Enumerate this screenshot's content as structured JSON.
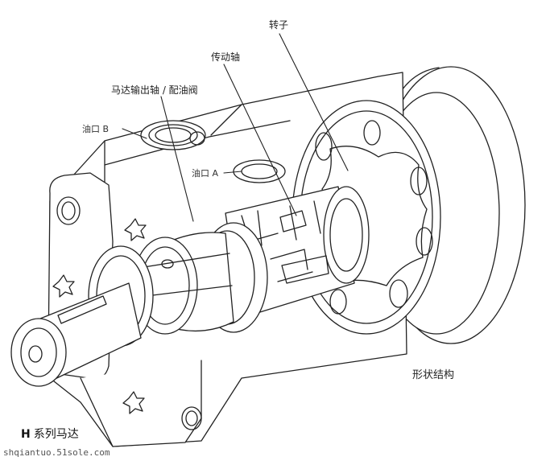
{
  "labels": {
    "rotor": "转子",
    "drive_shaft": "传动轴",
    "output_shaft_valve": "马达输出轴 / 配油阀",
    "port_b": "油口 B",
    "port_a": "油口 A",
    "form_structure": "形状结构"
  },
  "series": {
    "letter": "H",
    "name": "系列马达"
  },
  "watermark": "shqiantuo.51sole.com"
}
